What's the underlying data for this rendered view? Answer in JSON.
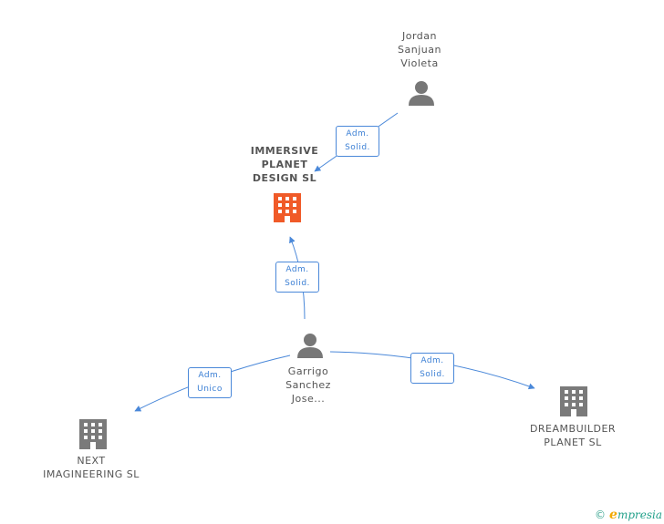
{
  "nodes": {
    "jordan": {
      "lines": [
        "Jordan",
        "Sanjuan",
        "Violeta"
      ],
      "kind": "person"
    },
    "immersive": {
      "lines": [
        "IMMERSIVE",
        "PLANET",
        "DESIGN  SL"
      ],
      "kind": "company-focus"
    },
    "garrigo": {
      "lines": [
        "Garrigo",
        "Sanchez",
        "Jose..."
      ],
      "kind": "person"
    },
    "next": {
      "lines": [
        "NEXT",
        "IMAGINEERING SL"
      ],
      "kind": "company"
    },
    "dreambuilder": {
      "lines": [
        "DREAMBUILDER",
        "PLANET  SL"
      ],
      "kind": "company"
    }
  },
  "edges": {
    "jordan_immersive": {
      "lines": [
        "Adm.",
        "Solid."
      ]
    },
    "garrigo_immersive": {
      "lines": [
        "Adm.",
        "Solid."
      ]
    },
    "garrigo_next": {
      "lines": [
        "Adm.",
        "Unico"
      ]
    },
    "garrigo_dreambuilder": {
      "lines": [
        "Adm.",
        "Solid."
      ]
    }
  },
  "colors": {
    "edge": "#4a88d9",
    "person": "#777777",
    "company": "#7a7a7a",
    "focus": "#f05a28"
  },
  "icons": {
    "person": "person-icon",
    "company": "building-icon"
  },
  "footer": {
    "copyright": "©",
    "brand_initial": "e",
    "brand_rest": "mpresia"
  }
}
